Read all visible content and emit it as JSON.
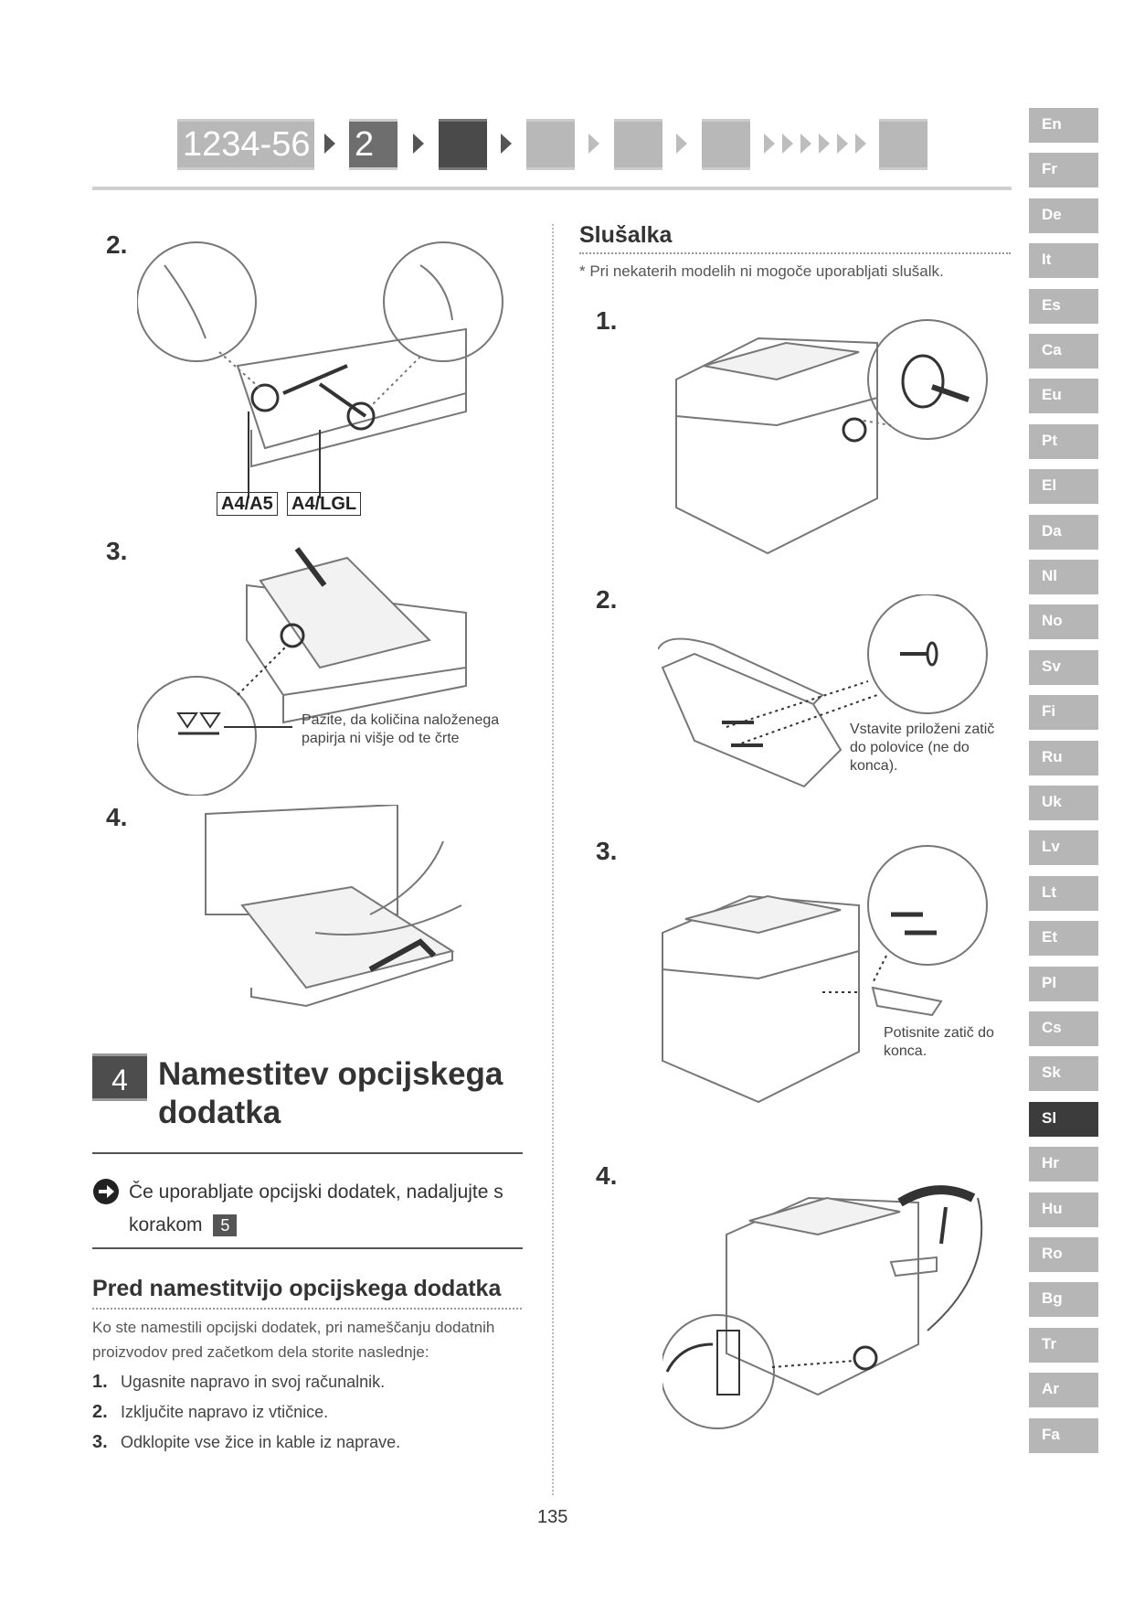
{
  "header": {
    "progress_label": "1234-56",
    "progress_current": "2"
  },
  "languages": [
    "En",
    "Fr",
    "De",
    "It",
    "Es",
    "Ca",
    "Eu",
    "Pt",
    "El",
    "Da",
    "Nl",
    "No",
    "Sv",
    "Fi",
    "Ru",
    "Uk",
    "Lv",
    "Lt",
    "Et",
    "Pl",
    "Cs",
    "Sk",
    "Sl",
    "Hr",
    "Hu",
    "Ro",
    "Bg",
    "Tr",
    "Ar",
    "Fa"
  ],
  "active_language": "Sl",
  "left": {
    "steps": [
      "2.",
      "3.",
      "4."
    ],
    "label_a4a5": "A4/A5",
    "label_a4lgl": "A4/LGL",
    "caption_paper": "Pazite, da količina naloženega papirja ni višje od te črte",
    "section_number": "4",
    "section_title": "Namestitev opcijskega dodatka",
    "note": "Če uporabljate opcijski dodatek, nadaljujte s korakom",
    "note_tag": "5",
    "subheading": "Pred namestitvijo opcijskega dodatka",
    "intro": "Ko ste namestili opcijski dodatek, pri nameščanju dodatnih proizvodov pred začetkom dela storite naslednje:",
    "list": [
      {
        "num": "1.",
        "text": "Ugasnite napravo in svoj računalnik."
      },
      {
        "num": "2.",
        "text": "Izključite napravo iz vtičnice."
      },
      {
        "num": "3.",
        "text": "Odklopite vse žice in kable iz naprave."
      }
    ]
  },
  "right": {
    "heading": "Slušalka",
    "note": "* Pri nekaterih modelih ni mogoče uporabljati slušalk.",
    "steps": [
      "1.",
      "2.",
      "3.",
      "4."
    ],
    "caption_pin": "Vstavite priloženi zatič do polovice (ne do konca).",
    "caption_push": "Potisnite zatič do konca."
  },
  "page_number": "135"
}
